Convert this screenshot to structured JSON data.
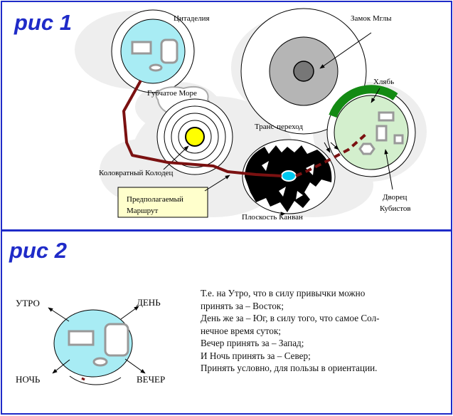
{
  "fig1": {
    "heading": "рис 1",
    "labels": {
      "citadel": "Цитаделия",
      "castle": "Замок Мглы",
      "sponge_sea": "Губчатое Море",
      "slush": "Хлябь",
      "trans": "Транс-переход",
      "well": "Коловратный Колодец",
      "plane": "Плоскость Канван",
      "palace_1": "Дворец",
      "palace_2": "Кубистов",
      "route_1": "Предполагаемый",
      "route_2": "Маршрут"
    },
    "colors": {
      "route": "#7b1111",
      "citadel_fill": "#a8ecf4",
      "castle_fill": "#b5b5b5",
      "well_core": "#ffff00",
      "slush_arc": "#138a13",
      "palace_fill": "#d3efcd",
      "route_box": "#ffffcc"
    }
  },
  "fig2": {
    "heading": "рис 2",
    "directions": {
      "morning": "УТРО",
      "day": "ДЕНЬ",
      "night": "НОЧЬ",
      "evening": "ВЕЧЕР"
    },
    "text_lines": [
      "Т.е. на Утро, что в силу привычки можно",
      "принять за – Восток;",
      " День же за – Юг,  в силу того, что самое Сол-",
      "нечное время суток;",
      "Вечер принять за – Запад;",
      "И Ночь принять за – Север;",
      " Принять условно, для пользы в ориентации."
    ]
  }
}
